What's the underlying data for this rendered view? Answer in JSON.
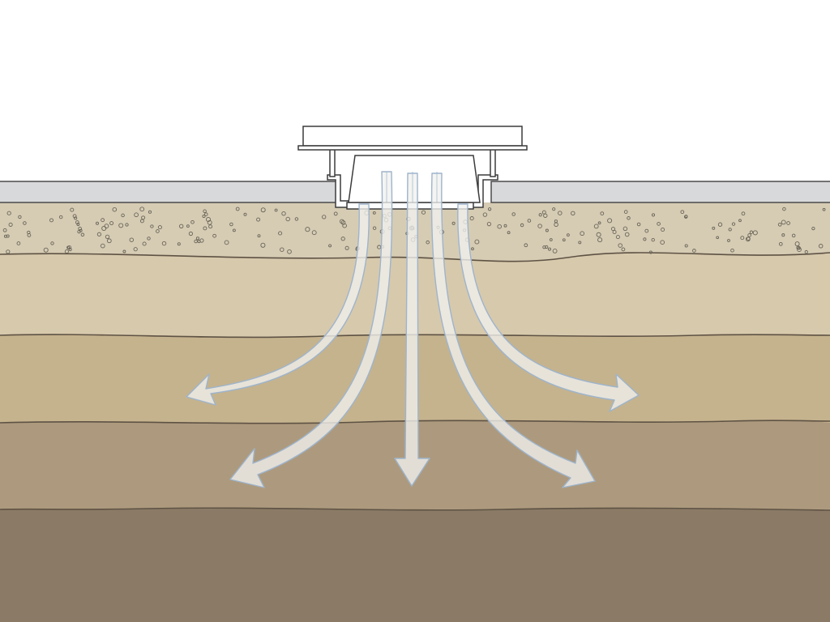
{
  "diagram": {
    "type": "cross-section",
    "colors": {
      "sky": "#ffffff",
      "slab": "#d8d9db",
      "slab_stroke": "#4a4a4a",
      "gravel": "#d6ccb4",
      "layer1": "#d7c9ac",
      "layer2": "#c5b38e",
      "layer3": "#ad9a7e",
      "layer4": "#8b7b66",
      "layer_line": "#5e5244",
      "drain_fill": "#ffffff",
      "drain_stroke": "#3c3c3c",
      "arrow_fill": "#f1f1ee",
      "arrow_stroke": "#9eb4cc"
    },
    "gravel_dots": 220,
    "flow_arrows": [
      {
        "name": "flow-arrow-far-left",
        "direction": "left"
      },
      {
        "name": "flow-arrow-left",
        "direction": "down-left"
      },
      {
        "name": "flow-arrow-center",
        "direction": "down"
      },
      {
        "name": "flow-arrow-right",
        "direction": "down-right"
      },
      {
        "name": "flow-arrow-far-right",
        "direction": "right"
      }
    ]
  }
}
